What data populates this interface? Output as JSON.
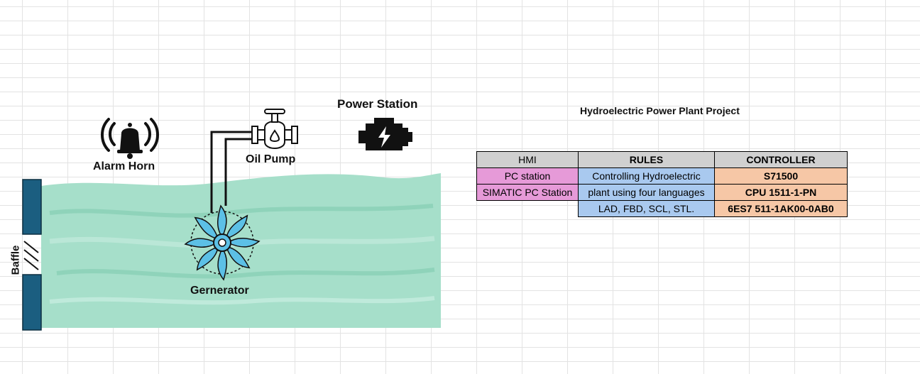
{
  "diagram": {
    "labels": {
      "alarm_horn": "Alarm Horn",
      "oil_pump": "Oil Pump",
      "power_station": "Power Station",
      "generator": "Gernerator",
      "baffle": "Baffle"
    },
    "colors": {
      "water": "#9fdcc6",
      "water_dark": "#7fcab0",
      "baffle": "#1b5e80",
      "turbine_blade": "#5cc0e6"
    }
  },
  "sheet": {
    "title": "Hydroelectric Power Plant Project",
    "table": {
      "headers": [
        "HMI",
        "RULES",
        "CONTROLLER"
      ],
      "hmi": [
        "PC station",
        "SIMATIC PC Station"
      ],
      "rules": [
        "Controlling Hydroelectric",
        "plant using four languages",
        "LAD, FBD, SCL, STL."
      ],
      "controller": [
        "S71500",
        "CPU 1511-1-PN",
        "6ES7 511-1AK00-0AB0"
      ]
    },
    "colors": {
      "header": "#d0d0d0",
      "hmi": "#e69ad8",
      "rules": "#a9c9ef",
      "controller": "#f6c7a6"
    }
  }
}
